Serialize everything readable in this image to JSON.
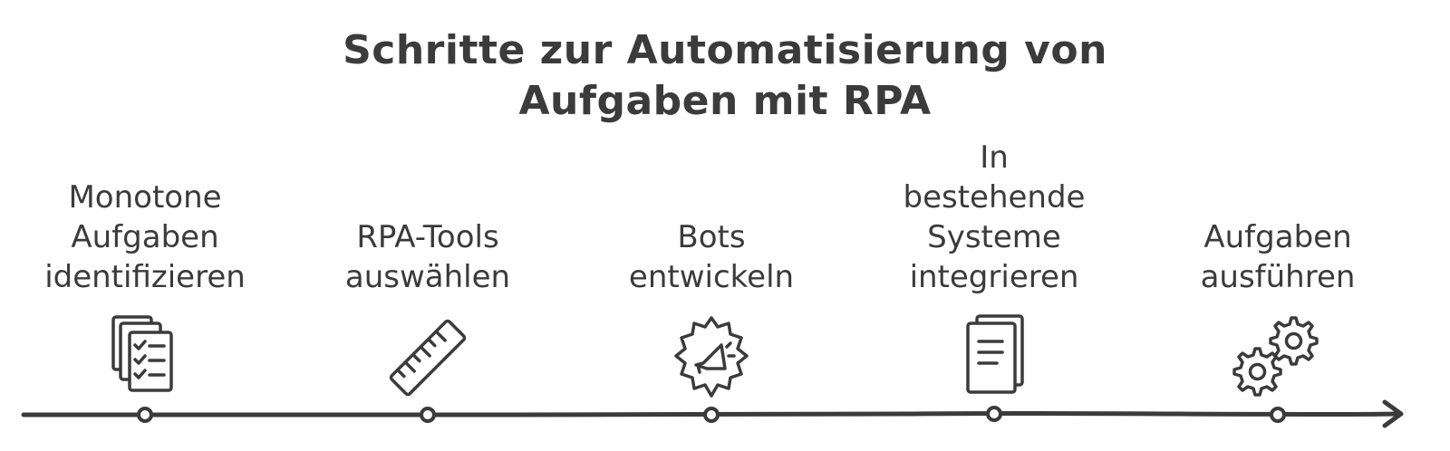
{
  "title": {
    "line1": "Schritte zur Automatisierung von",
    "line2": "Aufgaben mit RPA"
  },
  "steps": [
    {
      "lines": [
        "Monotone",
        "Aufgaben",
        "identifizieren"
      ],
      "icon": "checklist-documents-icon"
    },
    {
      "lines": [
        "RPA-Tools",
        "auswählen"
      ],
      "icon": "ruler-icon"
    },
    {
      "lines": [
        "Bots",
        "entwickeln"
      ],
      "icon": "megaphone-gear-icon"
    },
    {
      "lines": [
        "In",
        "bestehende",
        "Systeme",
        "integrieren"
      ],
      "icon": "document-icon"
    },
    {
      "lines": [
        "Aufgaben",
        "ausführen"
      ],
      "icon": "gears-icon"
    }
  ],
  "colors": {
    "ink": "#3b3b3b",
    "background": "#ffffff"
  }
}
